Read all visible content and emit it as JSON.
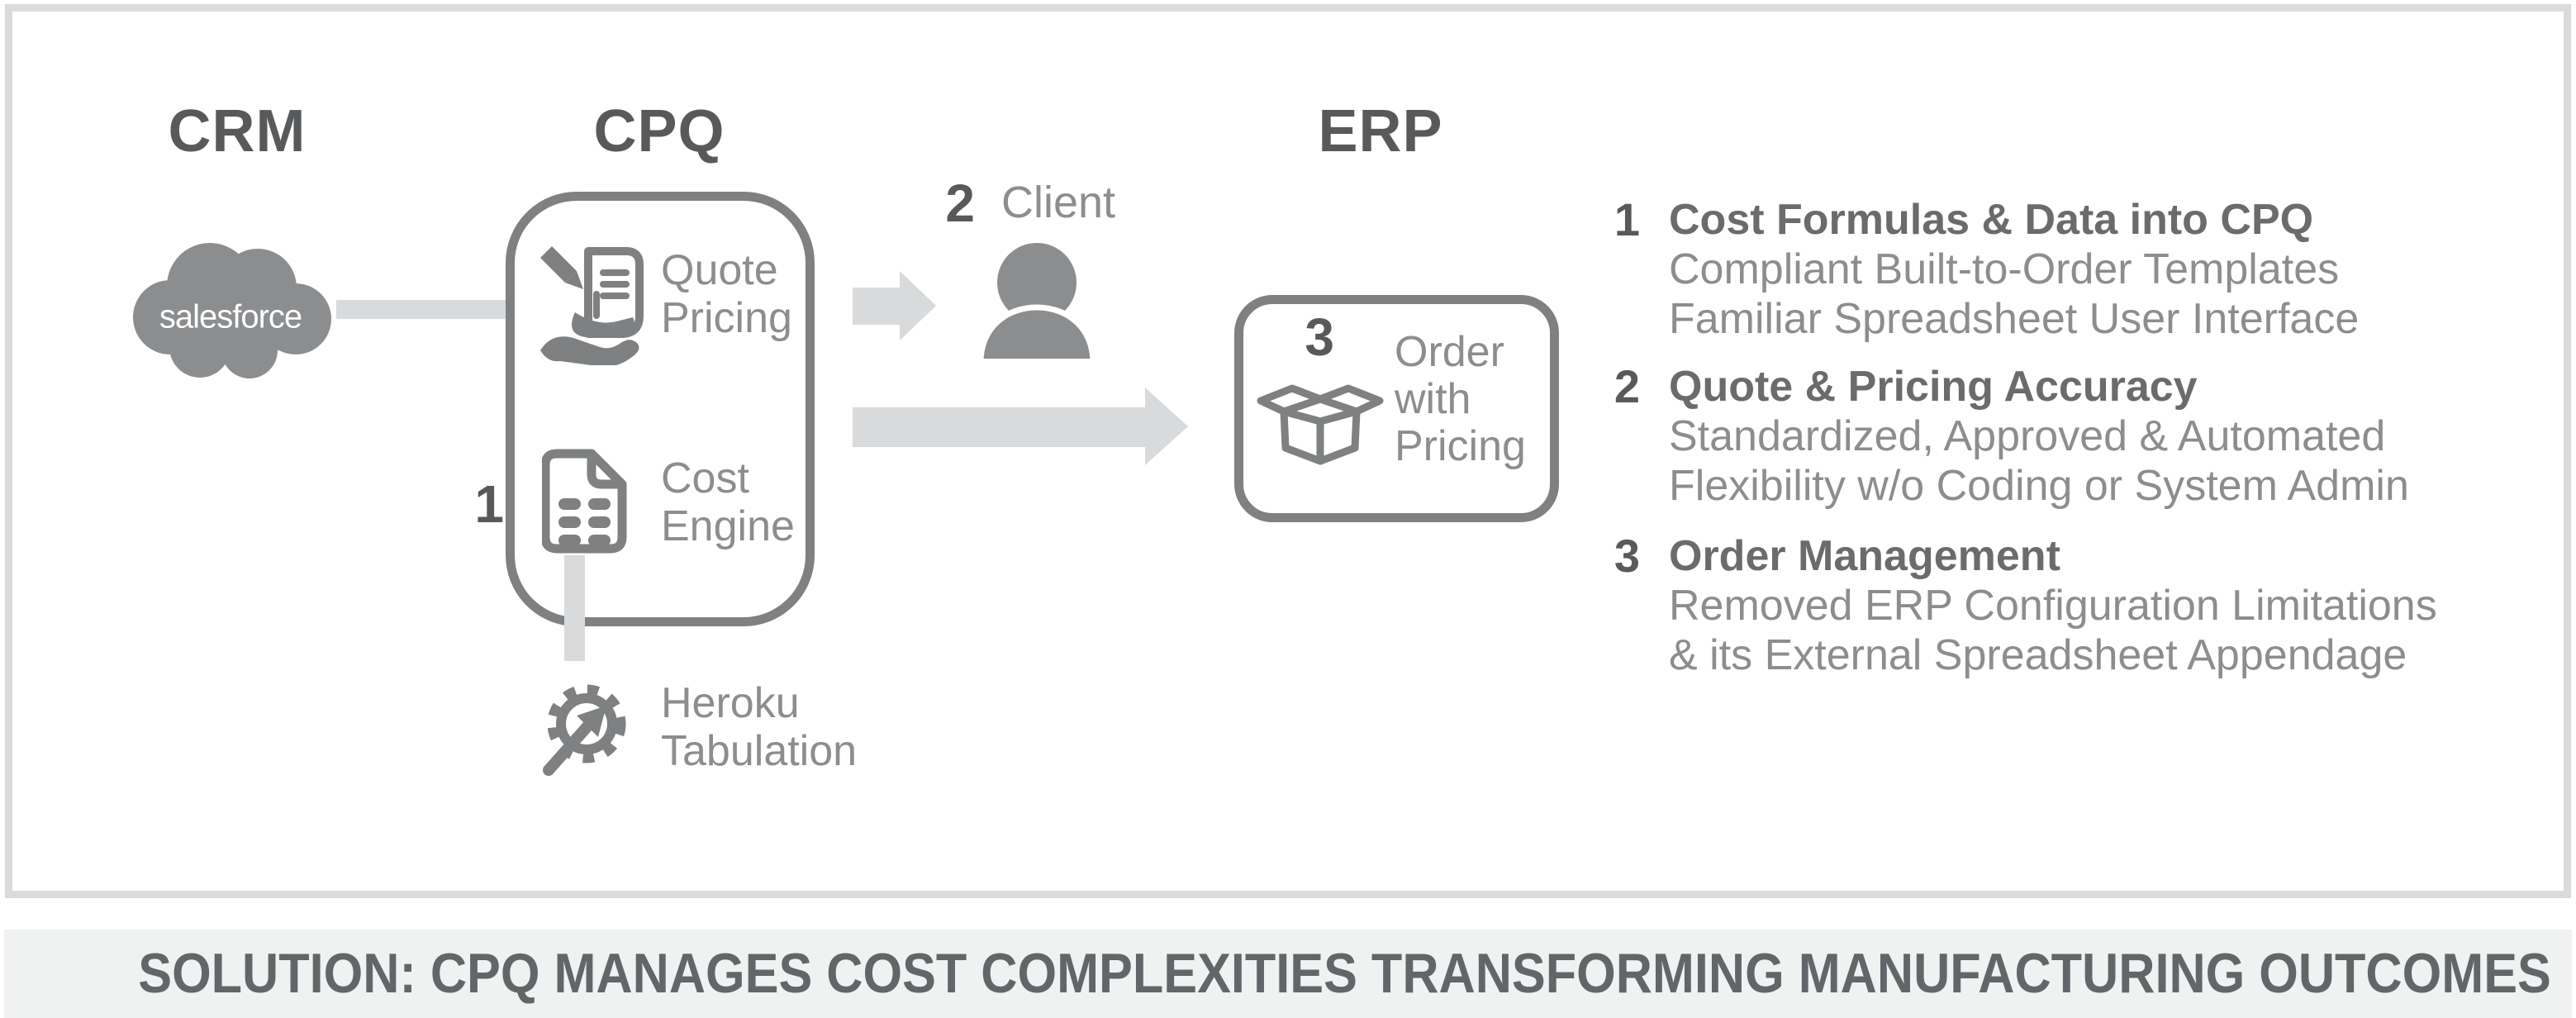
{
  "headings": {
    "crm": "CRM",
    "cpq": "CPQ",
    "erp": "ERP"
  },
  "crm": {
    "logo": "salesforce"
  },
  "cpq": {
    "quote": {
      "line1": "Quote",
      "line2": "Pricing"
    },
    "cost": {
      "number": "1",
      "line1": "Cost",
      "line2": "Engine"
    }
  },
  "heroku": {
    "line1": "Heroku",
    "line2": "Tabulation"
  },
  "client": {
    "number": "2",
    "label": "Client"
  },
  "erp": {
    "number": "3",
    "line1": "Order",
    "line2": "with",
    "line3": "Pricing"
  },
  "benefits": [
    {
      "number": "1",
      "title": "Cost Formulas & Data into CPQ",
      "lines": [
        "Compliant Built-to-Order Templates",
        "Familiar Spreadsheet User Interface"
      ]
    },
    {
      "number": "2",
      "title": "Quote & Pricing Accuracy",
      "lines": [
        "Standardized, Approved & Automated",
        "Flexibility w/o Coding or System Admin"
      ]
    },
    {
      "number": "3",
      "title": "Order Management",
      "lines": [
        "Removed ERP Configuration Limitations",
        "& its External Spreadsheet Appendage"
      ]
    }
  ],
  "banner": "SOLUTION: CPQ MANAGES COST COMPLEXITIES TRANSFORMING MANUFACTURING OUTCOMES",
  "colors": {
    "icon_gray": "#7e8081",
    "heading_gray": "#58595b",
    "text_gray": "#8b8d8f",
    "light_gray": "#d9dadb",
    "banner_bg": "#f0f1f1"
  }
}
